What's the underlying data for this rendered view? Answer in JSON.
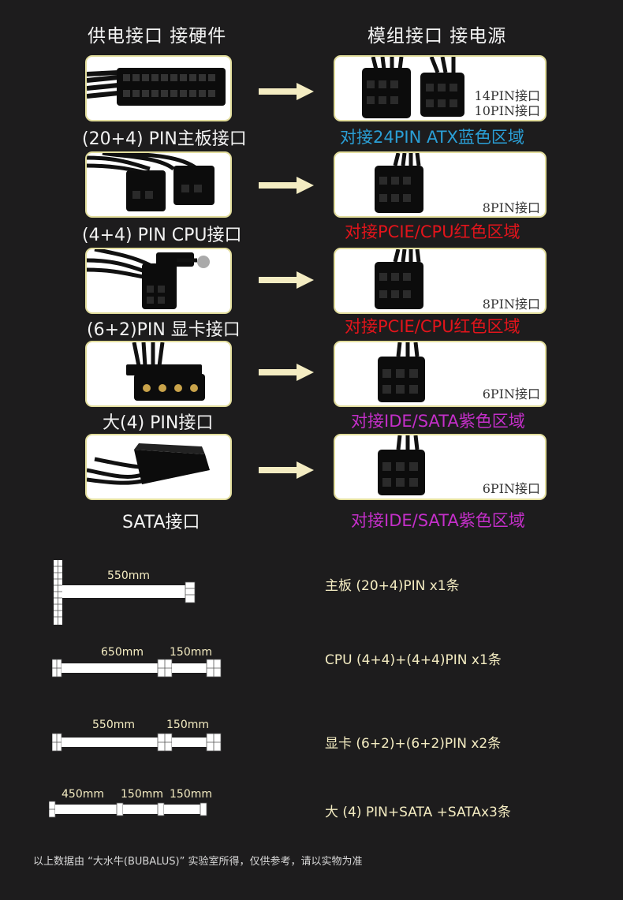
{
  "headers": {
    "left": "供电接口  接硬件",
    "right": "模组接口  接电源"
  },
  "colors": {
    "blue": "#2a9fd6",
    "red": "#e3141b",
    "purple": "#c42fc9",
    "cream": "#f4ecc2"
  },
  "rows": [
    {
      "left_label": "(20+4) PIN主板接口",
      "pins": [
        "14PIN接口",
        "10PIN接口"
      ],
      "target": "对接24PIN ATX蓝色区域"
    },
    {
      "left_label": "(4+4) PIN CPU接口",
      "pins": [
        "8PIN接口"
      ],
      "target": "对接PCIE/CPU红色区域"
    },
    {
      "left_label": "(6+2)PIN 显卡接口",
      "pins": [
        "8PIN接口"
      ],
      "target": "对接PCIE/CPU红色区域"
    },
    {
      "left_label": "大(4) PIN接口",
      "pins": [
        "6PIN接口"
      ],
      "target": "对接IDE/SATA紫色区域"
    },
    {
      "left_label": "SATA接口",
      "pins": [
        "6PIN接口"
      ],
      "target": "对接IDE/SATA紫色区域"
    }
  ],
  "cables": [
    {
      "lengths": [
        "550mm"
      ],
      "spec": "主板 (20+4)PIN x1条"
    },
    {
      "lengths": [
        "650mm",
        "150mm"
      ],
      "spec": "CPU (4+4)+(4+4)PIN x1条"
    },
    {
      "lengths": [
        "550mm",
        "150mm"
      ],
      "spec": "显卡 (6+2)+(6+2)PIN x2条"
    },
    {
      "lengths": [
        "450mm",
        "150mm",
        "150mm"
      ],
      "spec": "大 (4) PIN+SATA +SATAx3条"
    }
  ],
  "footnote": "以上数据由 “大水牛(BUBALUS)” 实验室所得，仅供参考，请以实物为准"
}
